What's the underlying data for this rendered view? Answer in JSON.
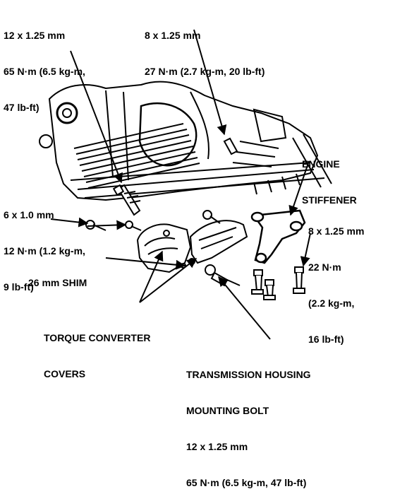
{
  "callouts": {
    "bolt_12x125_top": {
      "lines": [
        "12 x 1.25 mm",
        "65 N·m (6.5 kg-m,",
        "47 lb-ft)"
      ]
    },
    "bolt_8x125_top": {
      "lines": [
        "8 x 1.25 mm",
        "27 N·m (2.7 kg-m, 20 lb-ft)"
      ]
    },
    "engine_stiffener": {
      "lines": [
        "ENGINE",
        "STIFFENER"
      ]
    },
    "bolt_6x10": {
      "lines": [
        "6 x 1.0 mm",
        "12 N·m (1.2 kg-m,",
        "9 lb-ft)"
      ]
    },
    "bolt_8x125_right": {
      "lines": [
        "8 x 1.25 mm",
        "22 N·m",
        "(2.2 kg-m,",
        "16 lb-ft)"
      ]
    },
    "shim": {
      "lines": [
        "26 mm SHIM"
      ]
    },
    "torque_converter_covers": {
      "lines": [
        "TORQUE CONVERTER",
        "COVERS"
      ]
    },
    "transmission_bolt": {
      "lines": [
        "TRANSMISSION HOUSING",
        "MOUNTING BOLT",
        "12 x 1.25 mm",
        "65 N·m (6.5 kg-m, 47 lb-ft)"
      ]
    }
  },
  "colors": {
    "ink": "#000000",
    "paper": "#ffffff"
  }
}
